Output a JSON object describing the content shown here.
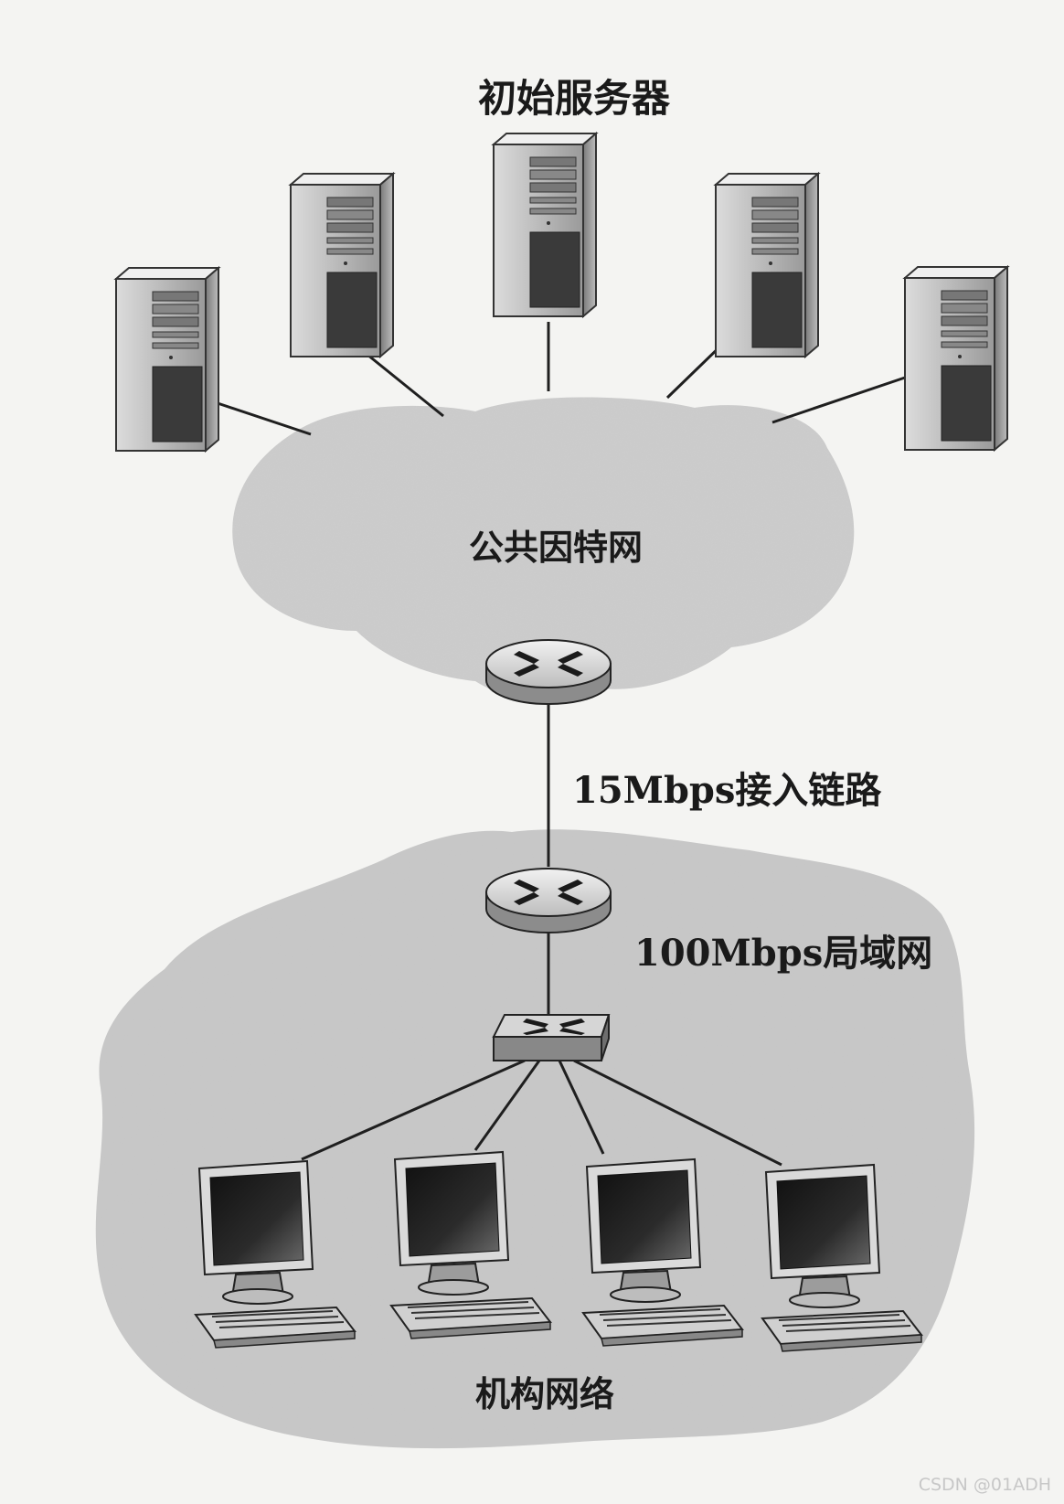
{
  "labels": {
    "origin_servers": "初始服务器",
    "public_internet": "公共因特网",
    "access_link": "15Mbps接入链路",
    "lan": "100Mbps局域网",
    "institutional_network": "机构网络"
  },
  "watermark": "CSDN @01ADH",
  "colors": {
    "cloud_fill": "#cfcfcf",
    "line": "#1f1f1f",
    "background": "#f4f4f2"
  },
  "icons": {
    "server": "server-tower-icon",
    "router": "router-icon",
    "switch": "switch-icon",
    "computer": "desktop-computer-icon"
  }
}
